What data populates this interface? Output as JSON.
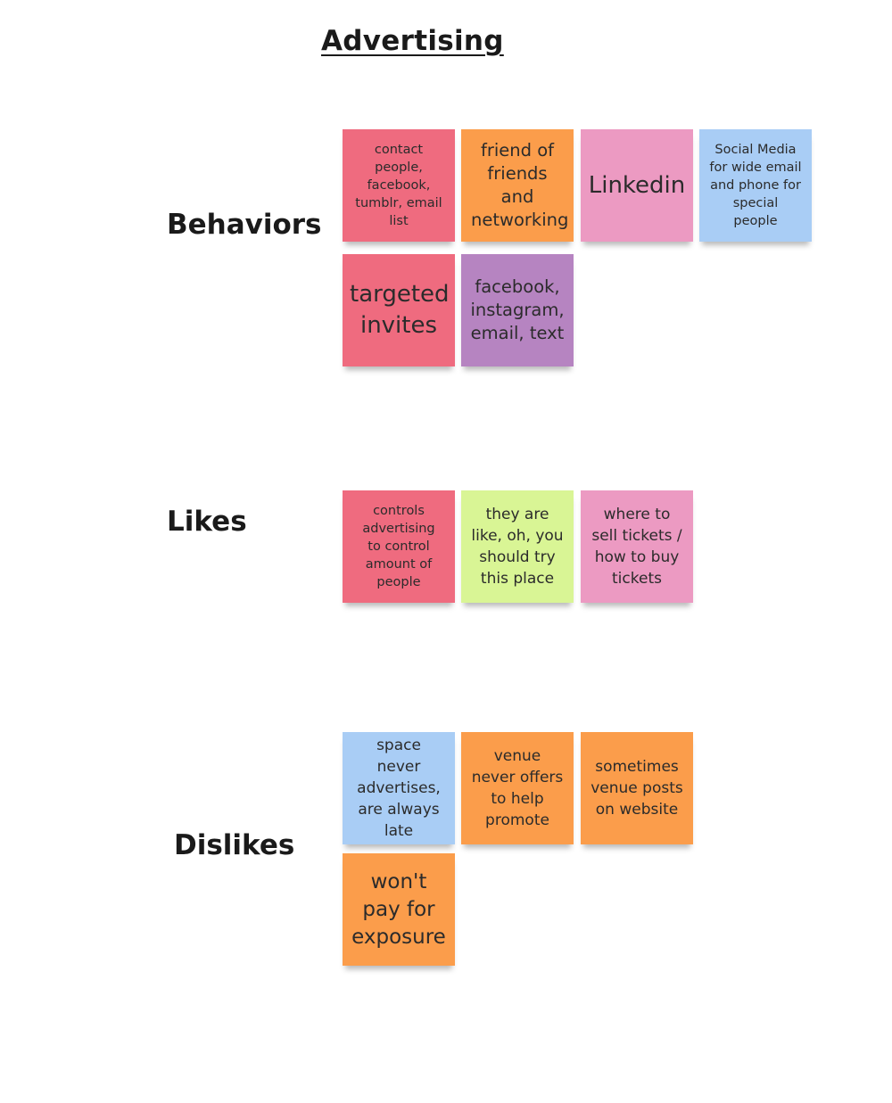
{
  "title": "Advertising",
  "colors": {
    "red": "#ef6b7f",
    "orange": "#fb9d4b",
    "pink": "#ec9ac2",
    "blue": "#a9cdf5",
    "purple": "#b684c1",
    "lime": "#d9f595"
  },
  "rows": {
    "behaviors": {
      "label": "Behaviors",
      "notes": [
        {
          "text": "contact people, facebook, tumblr, email list",
          "color": "red"
        },
        {
          "text": "friend of friends and networking",
          "color": "orange"
        },
        {
          "text": "Linkedin",
          "color": "pink"
        },
        {
          "text": "Social Media for wide email and phone for special people",
          "color": "blue"
        },
        {
          "text": "targeted invites",
          "color": "red"
        },
        {
          "text": "facebook, instagram, email, text",
          "color": "purple"
        }
      ]
    },
    "likes": {
      "label": "Likes",
      "notes": [
        {
          "text": "controls advertising to control amount of people",
          "color": "red"
        },
        {
          "text": "they are like, oh, you should try this place",
          "color": "lime"
        },
        {
          "text": "where to sell tickets / how to buy tickets",
          "color": "pink"
        }
      ]
    },
    "dislikes": {
      "label": "Dislikes",
      "notes": [
        {
          "text": "space never advertises, are always late",
          "color": "blue"
        },
        {
          "text": "venue never offers to help promote",
          "color": "orange"
        },
        {
          "text": "sometimes venue posts on website",
          "color": "orange"
        },
        {
          "text": "won't pay for exposure",
          "color": "orange"
        }
      ]
    }
  }
}
